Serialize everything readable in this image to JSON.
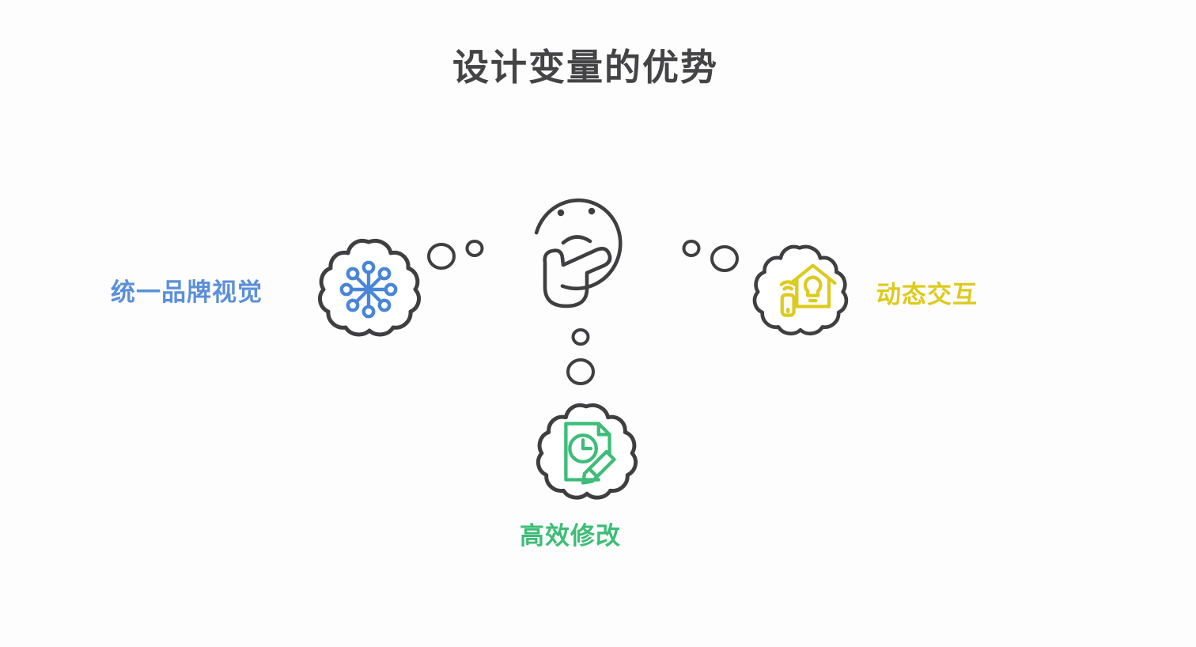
{
  "page": {
    "background_color": "#fdfdfd",
    "title": "设计变量的优势",
    "title_color": "#444447"
  },
  "center": {
    "icon_name": "thinking-face-icon",
    "stroke_color": "#3f3f42"
  },
  "branches": [
    {
      "id": "unified-brand-visual",
      "label": "统一品牌视觉",
      "color": "#5b8fd9",
      "icon_name": "network-hub-icon",
      "cloud_stroke": "#3f3f42",
      "position": "left",
      "bubble_count": 2
    },
    {
      "id": "dynamic-interaction",
      "label": "动态交互",
      "color": "#ddca1e",
      "icon_name": "smart-home-icon",
      "cloud_stroke": "#3f3f42",
      "position": "right",
      "bubble_count": 2
    },
    {
      "id": "efficient-modification",
      "label": "高效修改",
      "color": "#3dbd77",
      "icon_name": "document-clock-pencil-icon",
      "cloud_stroke": "#3f3f42",
      "position": "bottom",
      "bubble_count": 2
    }
  ]
}
